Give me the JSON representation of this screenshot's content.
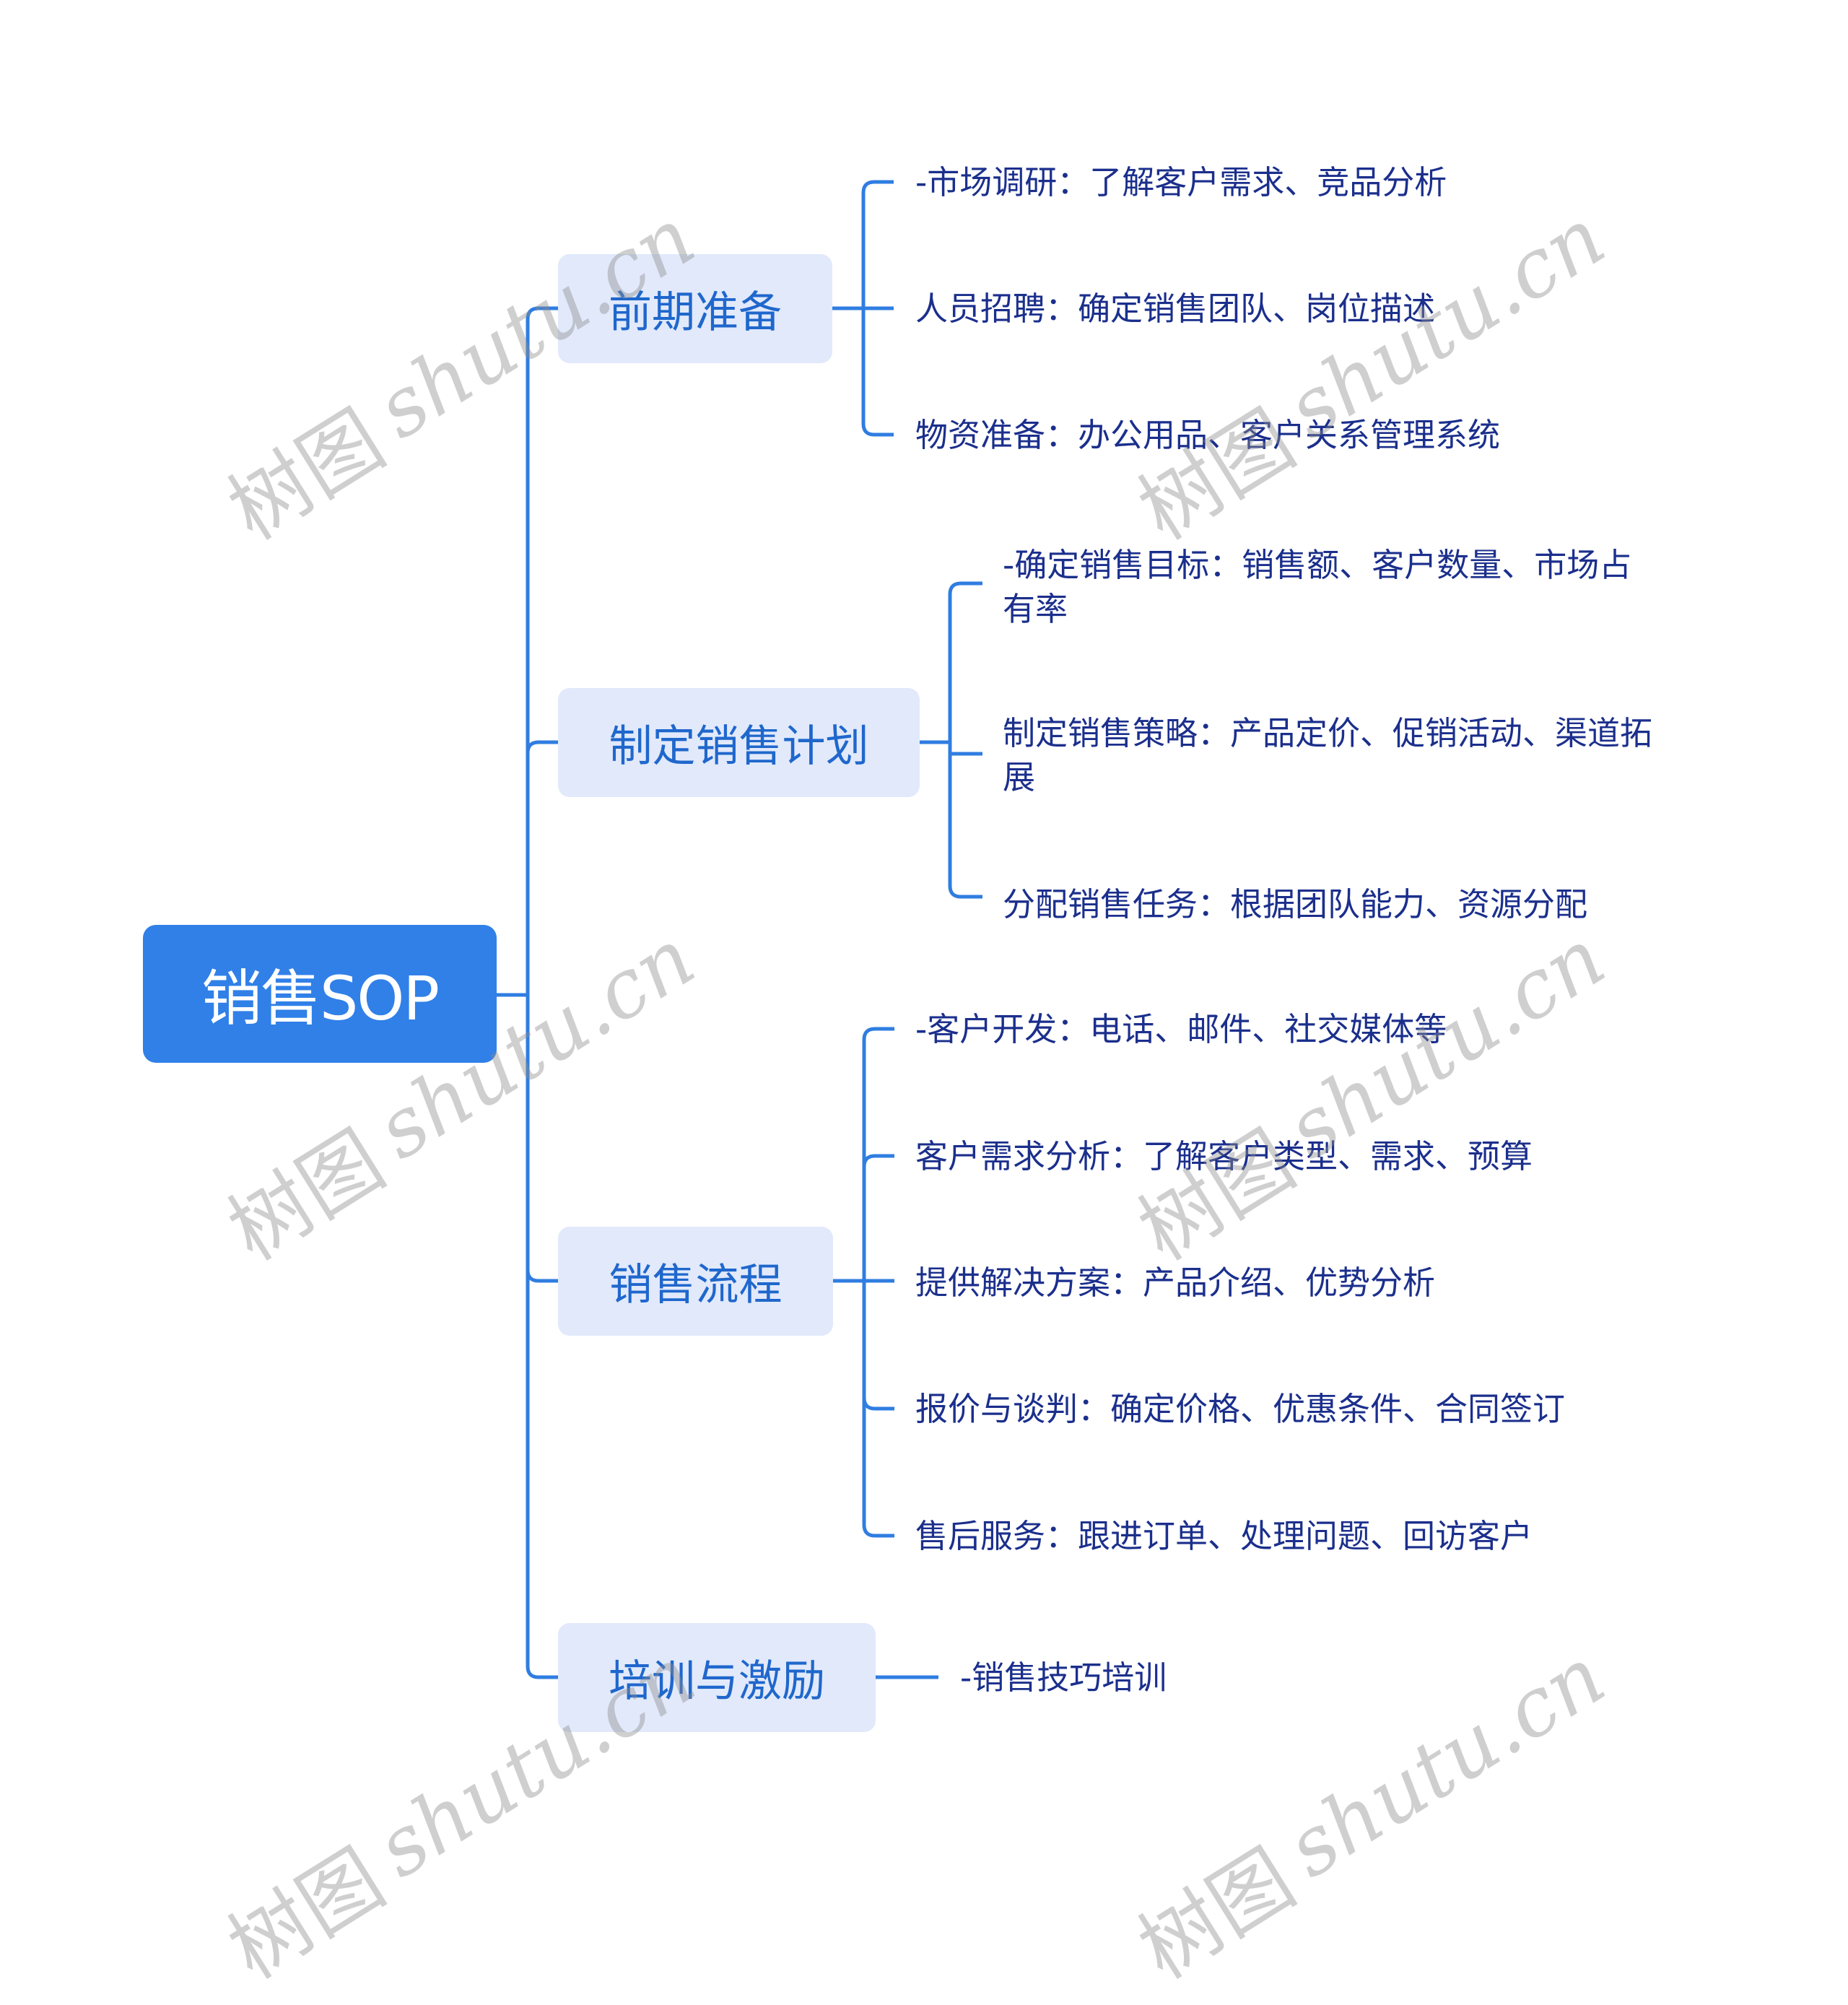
{
  "root": {
    "label": "销售SOP"
  },
  "branches": [
    {
      "label": "前期准备",
      "children": [
        {
          "lines": [
            "-市场调研：了解客户需求、竞品分析"
          ]
        },
        {
          "lines": [
            "人员招聘：确定销售团队、岗位描述"
          ]
        },
        {
          "lines": [
            "物资准备：办公用品、客户关系管理系统"
          ]
        }
      ]
    },
    {
      "label": "制定销售计划",
      "children": [
        {
          "lines": [
            "-确定销售目标：销售额、客户数量、市场占",
            "有率"
          ]
        },
        {
          "lines": [
            "制定销售策略：产品定价、促销活动、渠道拓",
            "展"
          ]
        },
        {
          "lines": [
            "分配销售任务：根据团队能力、资源分配"
          ]
        }
      ]
    },
    {
      "label": "销售流程",
      "children": [
        {
          "lines": [
            "-客户开发：电话、邮件、社交媒体等"
          ]
        },
        {
          "lines": [
            "客户需求分析：了解客户类型、需求、预算"
          ]
        },
        {
          "lines": [
            "提供解决方案：产品介绍、优势分析"
          ]
        },
        {
          "lines": [
            "报价与谈判：确定价格、优惠条件、合同签订"
          ]
        },
        {
          "lines": [
            "售后服务：跟进订单、处理问题、回访客户"
          ]
        }
      ]
    },
    {
      "label": "培训与激励",
      "children": [
        {
          "lines": [
            "-销售技巧培训"
          ]
        }
      ]
    }
  ],
  "watermark": {
    "cn": "树图",
    "en": "shutu.cn"
  },
  "colors": {
    "root_bg": "#3080e8",
    "root_text": "#ffffff",
    "branch_bg": "#e1e9fb",
    "branch_text": "#1f67cc",
    "leaf_text": "#1b2f8c",
    "connector": "#2f7de1"
  }
}
